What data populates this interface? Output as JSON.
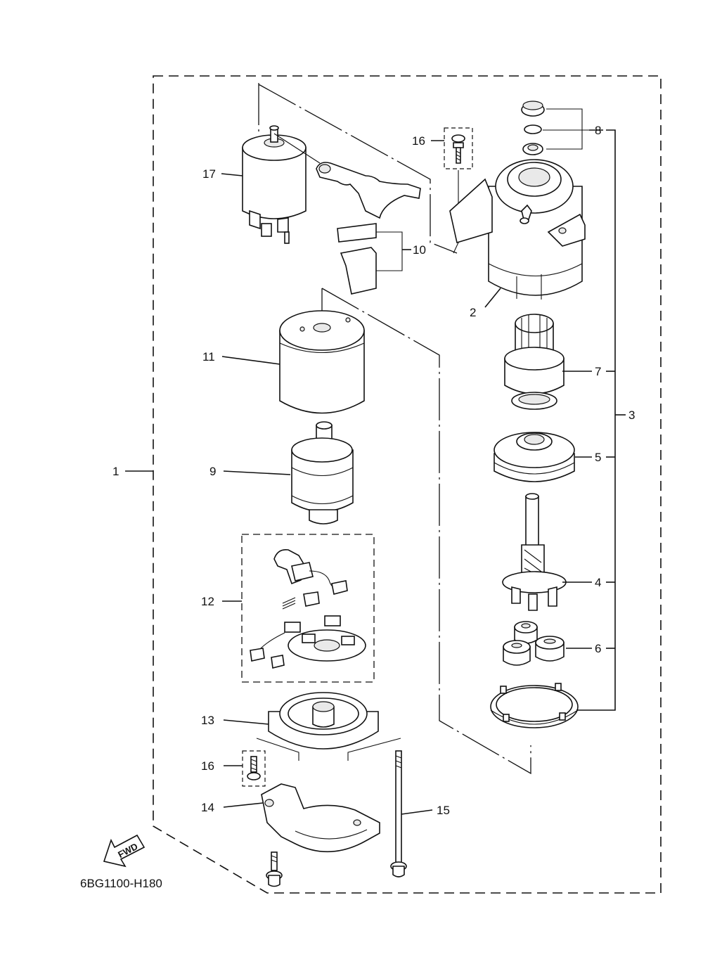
{
  "diagram": {
    "drawing_code": "6BG1100-H180",
    "direction_label": "FWD",
    "part_numbers": {
      "p1": "1",
      "p2": "2",
      "p3": "3",
      "p4": "4",
      "p5": "5",
      "p6": "6",
      "p7": "7",
      "p8": "8",
      "p9": "9",
      "p10": "10",
      "p11": "11",
      "p12": "12",
      "p13": "13",
      "p14": "14",
      "p15": "15",
      "p16a": "16",
      "p16b": "16",
      "p17": "17"
    }
  }
}
